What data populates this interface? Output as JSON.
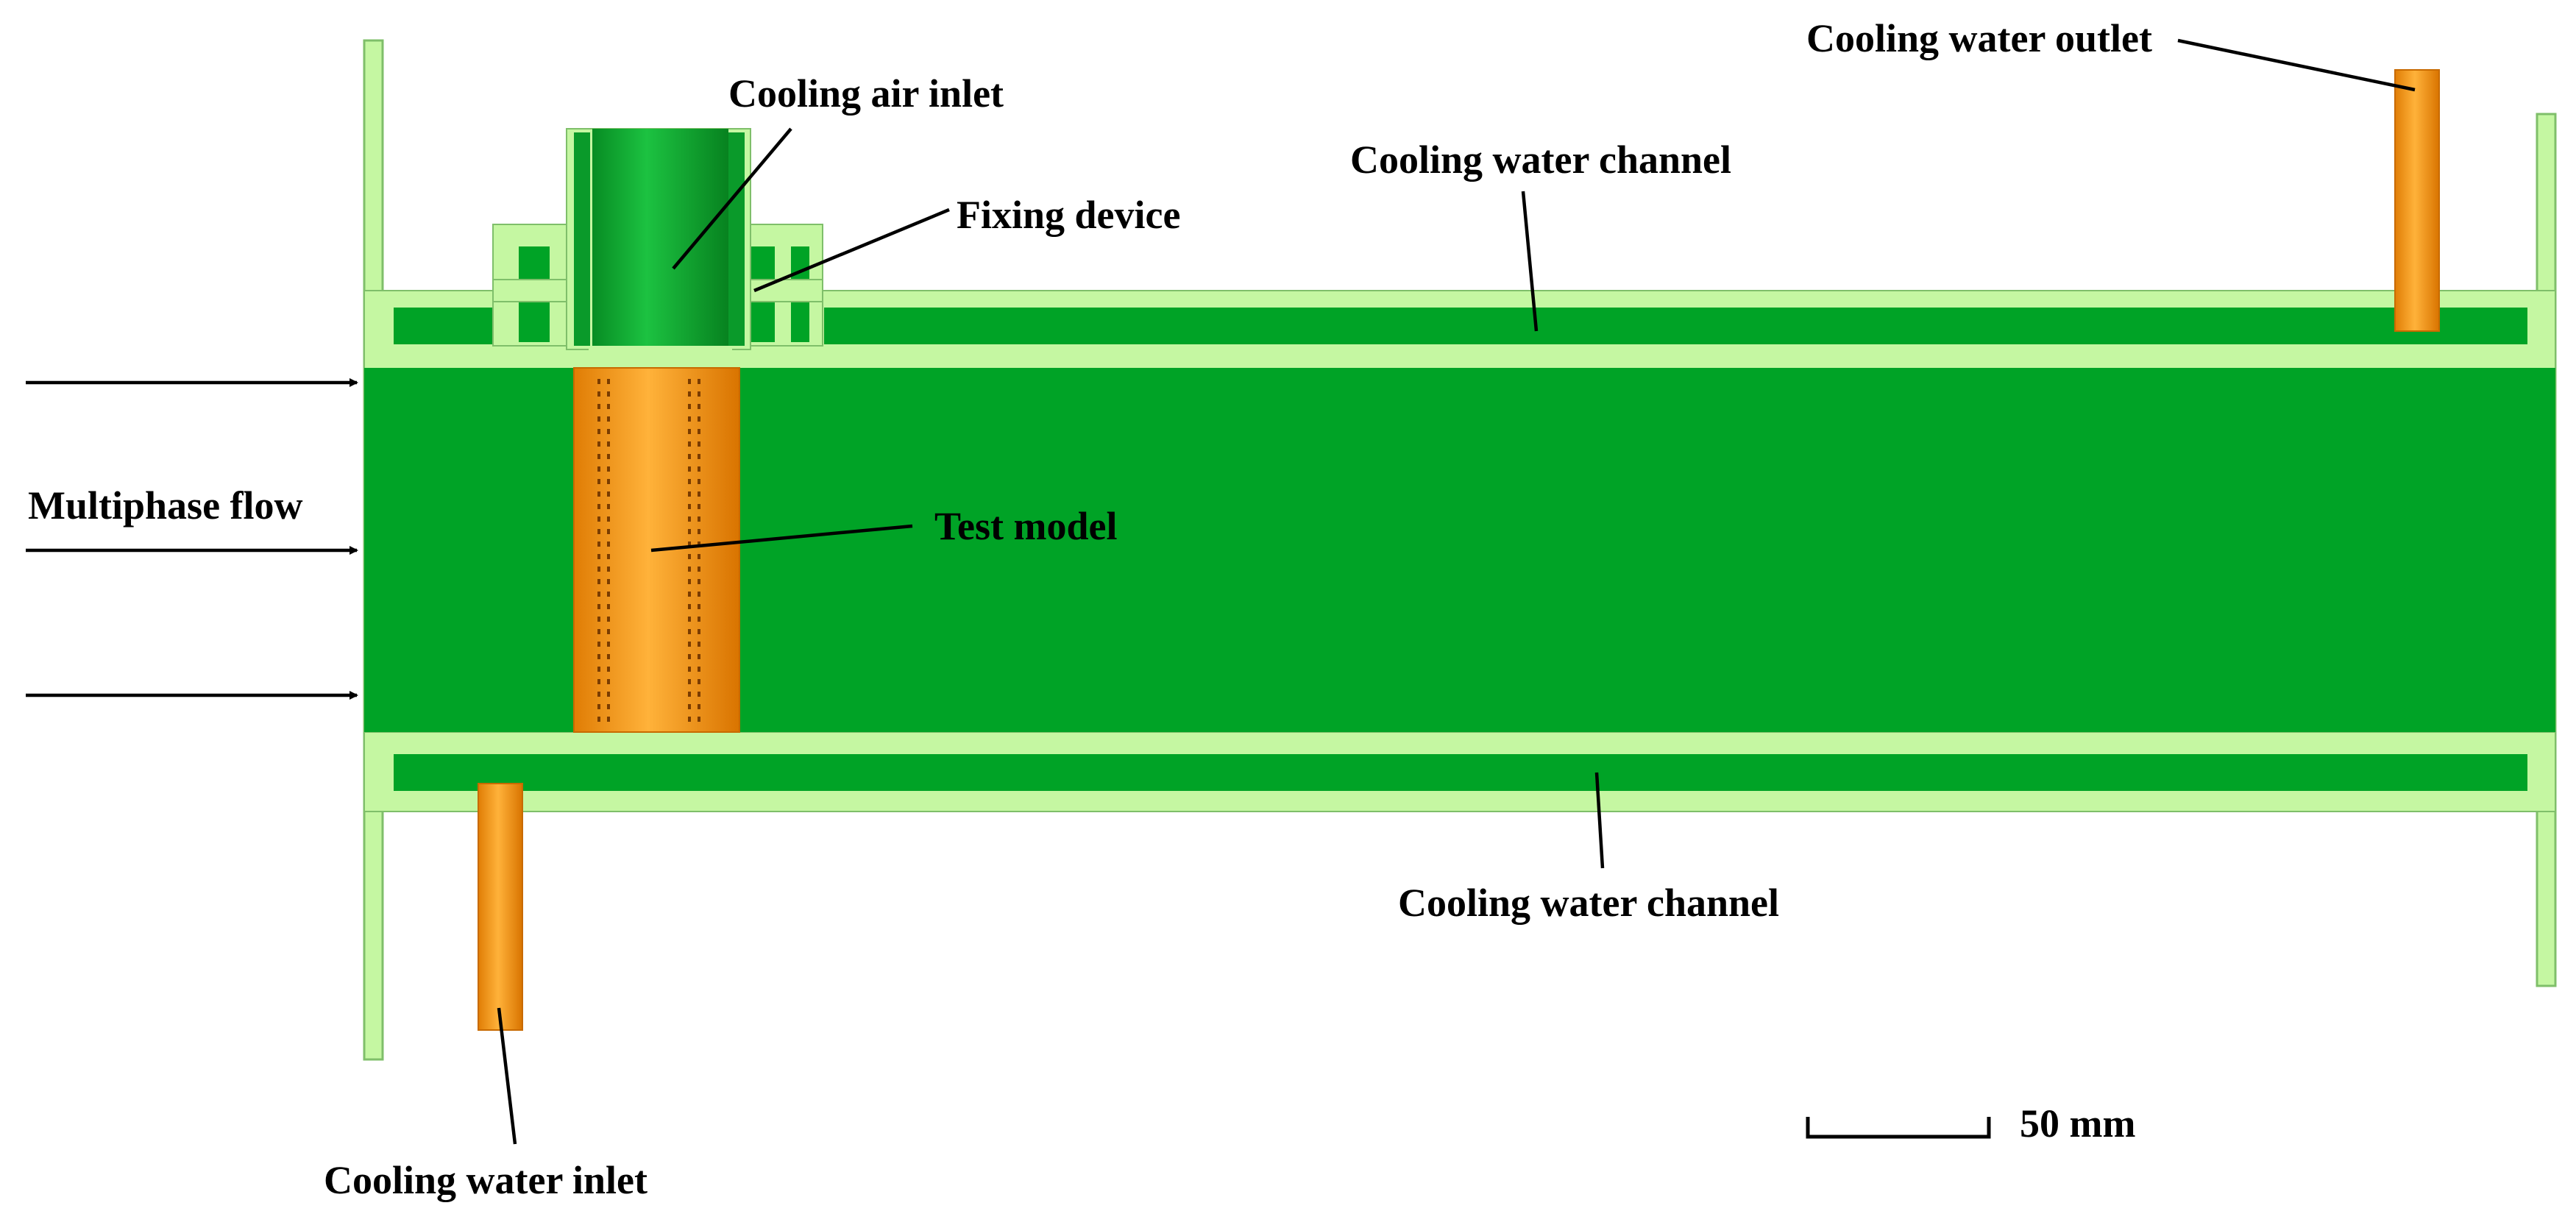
{
  "labels": {
    "cooling_air_inlet": "Cooling air inlet",
    "fixing_device": "Fixing device",
    "cooling_water_outlet": "Cooling water outlet",
    "cooling_water_channel_top": "Cooling water channel",
    "cooling_water_channel_bottom": "Cooling water channel",
    "multiphase_flow": "Multiphase flow",
    "test_model": "Test model",
    "cooling_water_inlet": "Cooling water inlet",
    "scale_bar": "50 mm"
  },
  "colors": {
    "flow_region": "#00a326",
    "wall": "#c5f7a2",
    "wall_edge": "#7fd06a",
    "test_model": "#f08a12",
    "test_model_holes": "#8a4a05",
    "pipe": "#f0900e",
    "pipe_highlight": "#ffc04a",
    "air_inlet_green": "#0aa52c",
    "air_inlet_highlight": "#3ad35a",
    "arrow": "#000000"
  },
  "icons": {
    "flow_arrows": "right-arrow"
  }
}
